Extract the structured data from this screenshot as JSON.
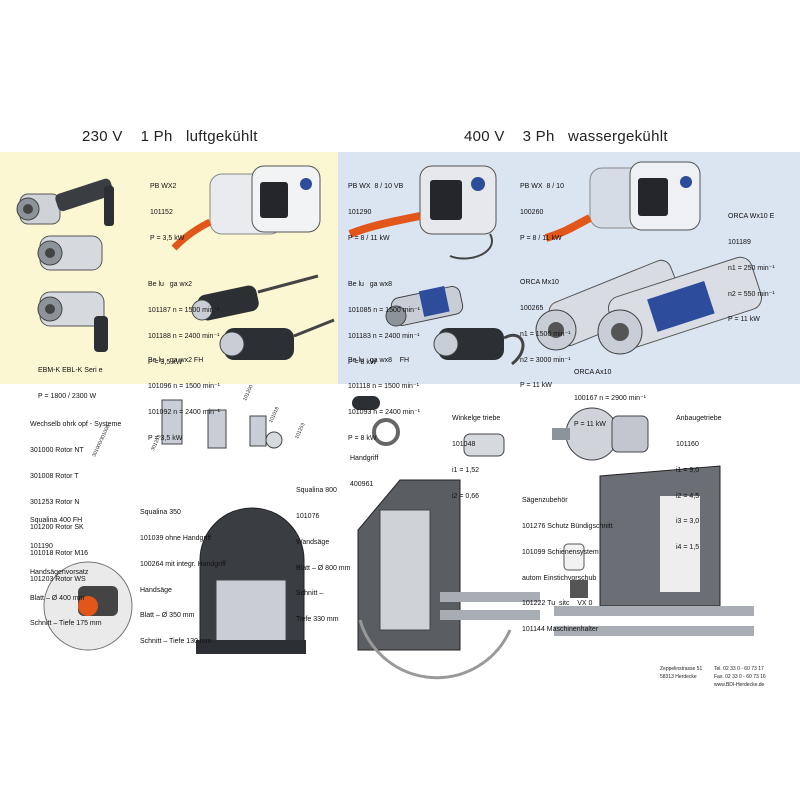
{
  "headers": {
    "left": "230 V    1 Ph   luftgekühlt",
    "right": "400 V    3 Ph   wassergekühlt"
  },
  "colors": {
    "left_panel": "#fbf7d2",
    "right_panel": "#dbe4f1",
    "metal": "#c9ced6",
    "orange": "#e2561a",
    "blue": "#2d4c9c"
  },
  "blocks": {
    "pbwx2": [
      "PB WX2",
      "101152",
      "P = 3,5 kW"
    ],
    "belugawx": [
      "Be lu   ga wx2",
      "101187 n = 1500 min⁻¹",
      "101188 n = 2400 min⁻¹",
      "P = 3,5 kW"
    ],
    "belugawxfh": [
      "Be lu   ga wx2 FH",
      "101096 n = 1500 min⁻¹",
      "101092 n = 2400 min⁻¹",
      "P = 3,5 kW"
    ],
    "ebmk": [
      "EBM-K EBL-K Seri e",
      "P = 1800 / 2300 W"
    ],
    "pbwx810vb": [
      "PB WX  8 / 10 VB",
      "101290",
      "P = 8 / 11 kW"
    ],
    "pbwx810": [
      "PB WX  8 / 10",
      "100260",
      "P = 8 / 11 kW"
    ],
    "orcawx10e": [
      "ORCA Wx10 E",
      "101189",
      "n1 = 250 min⁻¹",
      "n2 = 550 min⁻¹",
      "P = 11 kW"
    ],
    "belugawx8": [
      "Be lu   ga wx8",
      "101085 n = 1500 min⁻¹",
      "101183 n = 2400 min⁻¹",
      "P = 8 kW"
    ],
    "orcamx10": [
      "ORCA Mx10",
      "100265",
      "n1 = 1500 min⁻¹",
      "n2 = 3000 min⁻¹",
      "P = 11 kW"
    ],
    "belugawx8fh": [
      "Be lu   ga wx8    FH",
      "101118 n = 1500 min⁻¹",
      "101093 n = 2400 min⁻¹",
      "P = 8 kW"
    ],
    "orcaax10": [
      "ORCA Ax10",
      "100167 n = 2900 min⁻¹",
      "P = 11 kW"
    ],
    "wechsel": [
      "Wechselb ohrk opf - Systeme",
      "301000 Rotor NT",
      "301008 Rotor T",
      "301253 Rotor N",
      "101200 Rotor SK",
      "101018 Rotor M16",
      "101203 Rotor WS"
    ],
    "handgriff": [
      "Handgriff",
      "400961"
    ],
    "winkel": [
      "Winkelge triebe",
      "101048",
      "i1 = 1,52",
      "i2 = 0,66"
    ],
    "anbau": [
      "Anbaugetriebe",
      "101160",
      "i1 = 9,0",
      "i2 = 4,5",
      "i3 = 3,0",
      "i4 = 1,5"
    ],
    "squalina800": [
      "Squalina 800",
      "101076",
      "Wandsäge",
      "Blatt – Ø 800 mm",
      "Schnitt –",
      "Tiefe 330 mm"
    ],
    "squalina400": [
      "Squalina 400 FH",
      "101190",
      "Handsägenvorsatz",
      "Blatt – Ø 400 mm",
      "Schnitt – Tiefe 175 mm"
    ],
    "squalina350": [
      "Squalina 350",
      "101039 ohne Handgriff",
      "100264 mit integr. Handgriff",
      "Handsäge",
      "Blatt – Ø 350 mm",
      "Schnitt – Tiefe 130 mm"
    ],
    "saegen": [
      "Sägenzubehör",
      "101276 Schutz Bündigschnitt",
      "101099 Schienensystem",
      "autom Einstichvorschub",
      "101222 Tu  sitc    VX 0",
      "101144 Maschinenhalter"
    ]
  },
  "part_numbers": {
    "p1": "301000/301008",
    "p2": "301253",
    "p3": "101200",
    "p4": "101018",
    "p5": "101253"
  },
  "footer": {
    "address1": "Zeppelinstrasse 51",
    "address2": "58313 Herdecke",
    "tel": "Tel. 02 33 0 - 60 73 17",
    "fax": "Fax. 02 33 0 - 60 73 16",
    "web": "www.BDI-Herdecke.de"
  }
}
